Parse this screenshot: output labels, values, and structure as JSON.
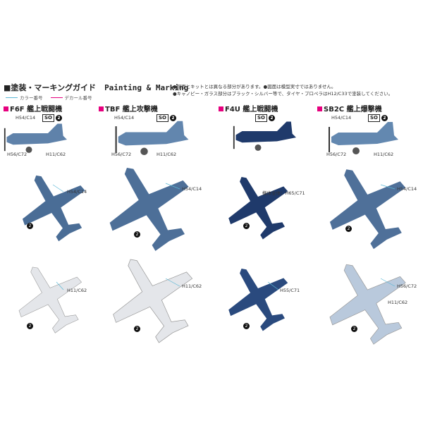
{
  "header": {
    "title": "■塗装・マーキングガイド",
    "title_en": "Painting & Marking"
  },
  "notes": [
    "●図面とキットとは異なる部分があります。●図面は模型実寸ではありません。",
    "●キャノピー・ガラス部分はブラック・シルバー等で、タイヤ・プロペラはH12/C33で塗装してください。"
  ],
  "legend": {
    "color_number": "カラー番号",
    "decal_number": "デカール番号",
    "color_line": "#5bb8d6",
    "decal_line": "#e6007e"
  },
  "badge": {
    "so": "SO",
    "decal": "2"
  },
  "aircraft": [
    {
      "name": "F6F 艦上戦闘機",
      "side": {
        "top": "H54/C14",
        "bottom_left": "H56/C72",
        "bottom_right": "H11/C62"
      },
      "top_view": "H54/C14",
      "bottom_view": "H11/C62",
      "color": "#4a6d96"
    },
    {
      "name": "TBF 艦上攻撃機",
      "side": {
        "top": "H54/C14",
        "bottom_left": "H56/C72",
        "bottom_right": "H11/C62"
      },
      "top_view": "H54/C14",
      "bottom_view": "H11/C62",
      "color": "#4d6f98"
    },
    {
      "name": "F4U 艦上戦闘機",
      "top_view": "機体全体：H65/C71",
      "bottom_view": "H55/C71",
      "color": "#1f3a6b"
    },
    {
      "name": "SB2C 艦上爆撃機",
      "side": {
        "top": "H54/C14",
        "bottom_left": "H56/C72",
        "bottom_right": "H11/C62"
      },
      "top_view": "H54/C14",
      "bottom_view": "H56/C72",
      "bottom_view2": "H11/C62",
      "color": "#4f7099"
    }
  ]
}
